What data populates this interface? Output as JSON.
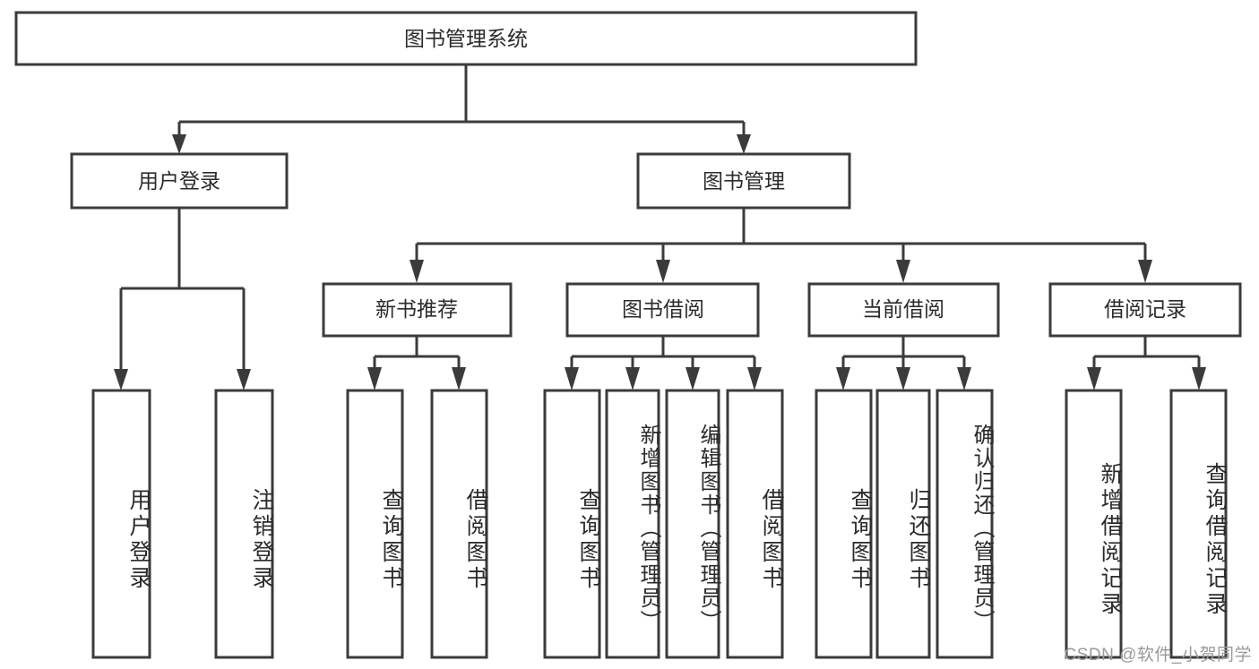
{
  "diagram": {
    "type": "tree-hierarchy",
    "title": "图书管理系统",
    "watermark": "CSDN @软件_小贺同学",
    "colors": {
      "box_fill": "#ffffff",
      "box_stroke": "#3b3b3b",
      "text": "#2b2b2b",
      "background": "#ffffff",
      "watermark": "#9a9a9a"
    },
    "levels": {
      "root": {
        "label": "图书管理系统"
      },
      "level2": [
        {
          "label": "用户登录"
        },
        {
          "label": "图书管理"
        }
      ],
      "level3": [
        {
          "label": "新书推荐"
        },
        {
          "label": "图书借阅"
        },
        {
          "label": "当前借阅"
        },
        {
          "label": "借阅记录"
        }
      ],
      "leaves": {
        "user_login": [
          {
            "label": "用户登录"
          },
          {
            "label": "注销登录"
          }
        ],
        "new_book_recommend": [
          {
            "label": "查询图书"
          },
          {
            "label": "借阅图书"
          }
        ],
        "book_borrow": [
          {
            "label": "查询图书"
          },
          {
            "label": "新增图书（管理员）"
          },
          {
            "label": "编辑图书（管理员）"
          },
          {
            "label": "借阅图书"
          }
        ],
        "current_borrow": [
          {
            "label": "查询图书"
          },
          {
            "label": "归还图书"
          },
          {
            "label": "确认归还（管理员）"
          }
        ],
        "borrow_record": [
          {
            "label": "新增借阅记录"
          },
          {
            "label": "查询借阅记录"
          }
        ]
      }
    }
  }
}
